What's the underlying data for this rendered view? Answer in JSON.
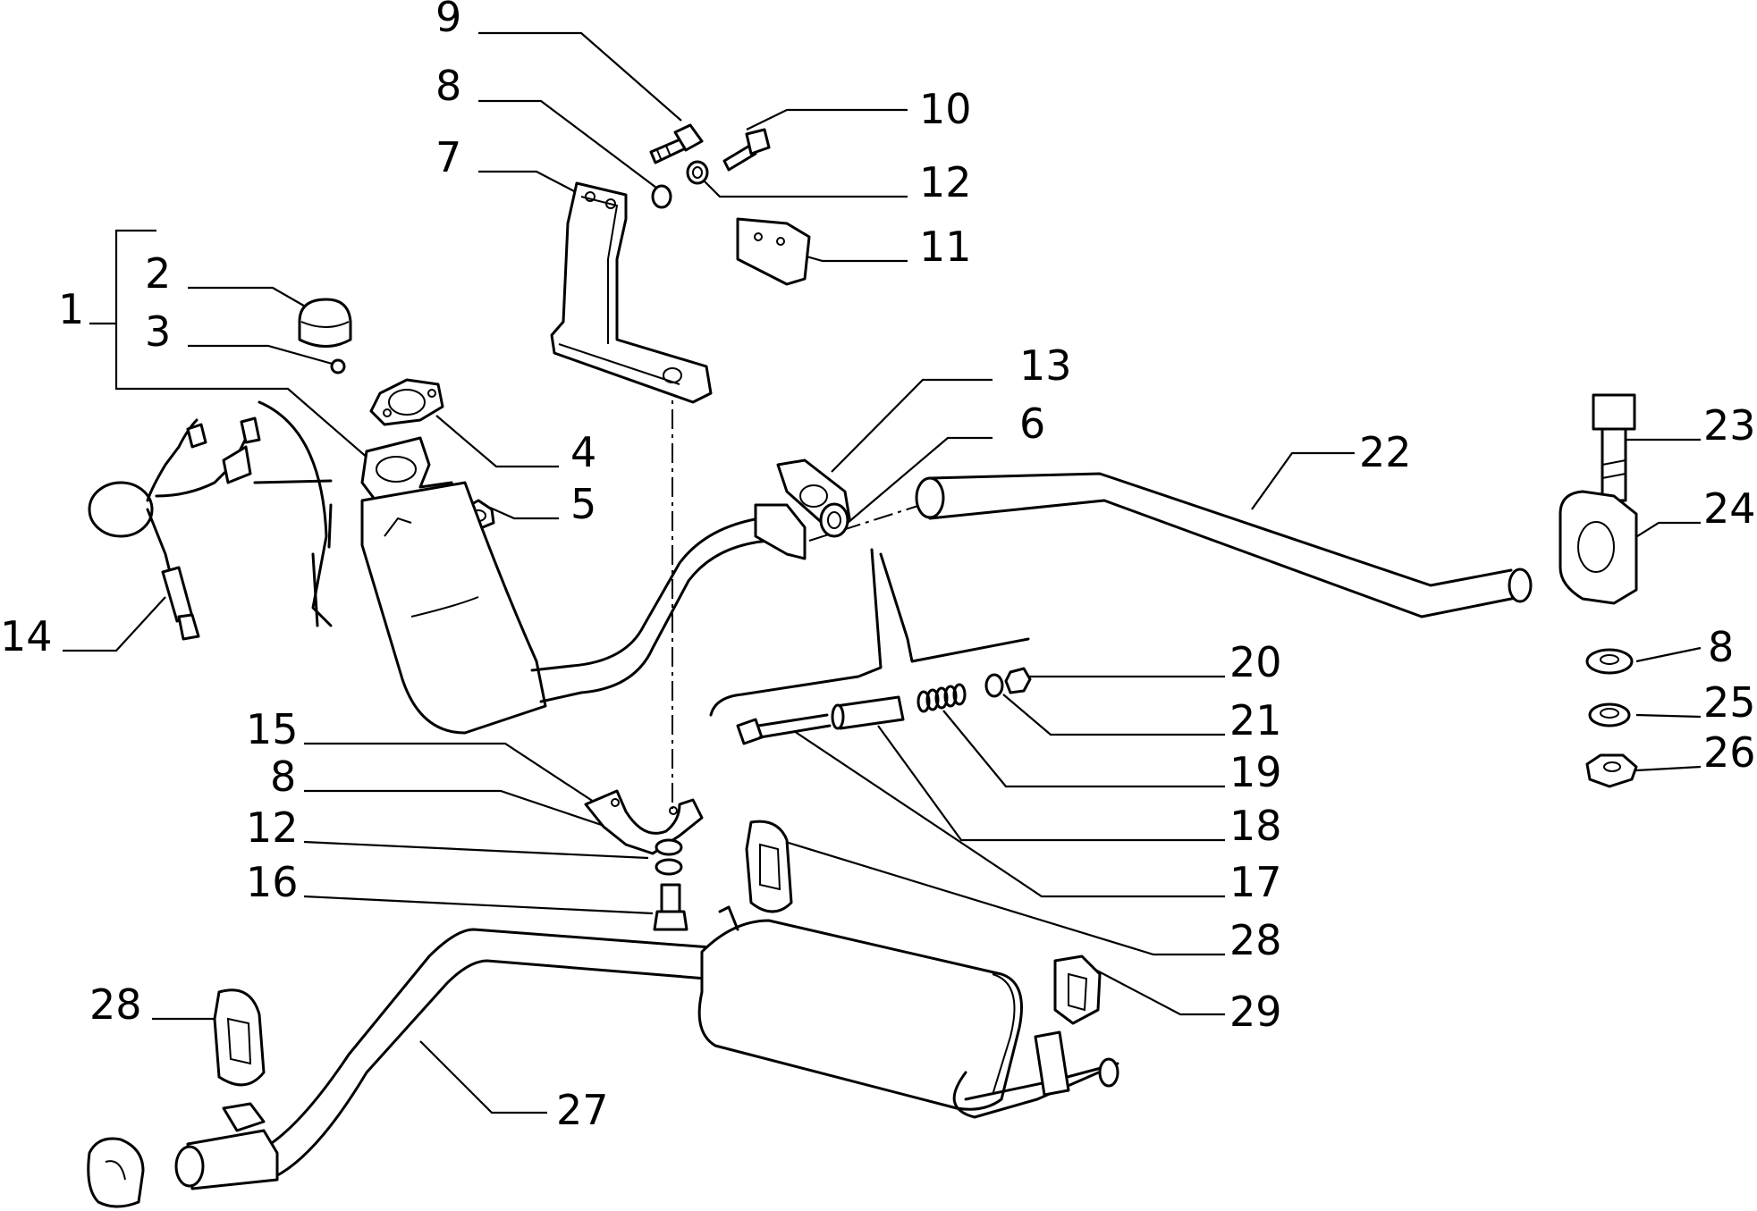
{
  "callouts": [
    {
      "id": "1",
      "text": "1"
    },
    {
      "id": "2",
      "text": "2"
    },
    {
      "id": "3",
      "text": "3"
    },
    {
      "id": "4",
      "text": "4"
    },
    {
      "id": "5",
      "text": "5"
    },
    {
      "id": "6",
      "text": "6"
    },
    {
      "id": "7",
      "text": "7"
    },
    {
      "id": "8a",
      "text": "8"
    },
    {
      "id": "9",
      "text": "9"
    },
    {
      "id": "10",
      "text": "10"
    },
    {
      "id": "11",
      "text": "11"
    },
    {
      "id": "12a",
      "text": "12"
    },
    {
      "id": "13",
      "text": "13"
    },
    {
      "id": "14",
      "text": "14"
    },
    {
      "id": "15",
      "text": "15"
    },
    {
      "id": "8b",
      "text": "8"
    },
    {
      "id": "12b",
      "text": "12"
    },
    {
      "id": "16",
      "text": "16"
    },
    {
      "id": "17",
      "text": "17"
    },
    {
      "id": "18",
      "text": "18"
    },
    {
      "id": "19",
      "text": "19"
    },
    {
      "id": "20",
      "text": "20"
    },
    {
      "id": "21",
      "text": "21"
    },
    {
      "id": "22",
      "text": "22"
    },
    {
      "id": "23",
      "text": "23"
    },
    {
      "id": "24",
      "text": "24"
    },
    {
      "id": "8c",
      "text": "8"
    },
    {
      "id": "25",
      "text": "25"
    },
    {
      "id": "26",
      "text": "26"
    },
    {
      "id": "27",
      "text": "27"
    },
    {
      "id": "28a",
      "text": "28"
    },
    {
      "id": "28b",
      "text": "28"
    },
    {
      "id": "29",
      "text": "29"
    }
  ]
}
